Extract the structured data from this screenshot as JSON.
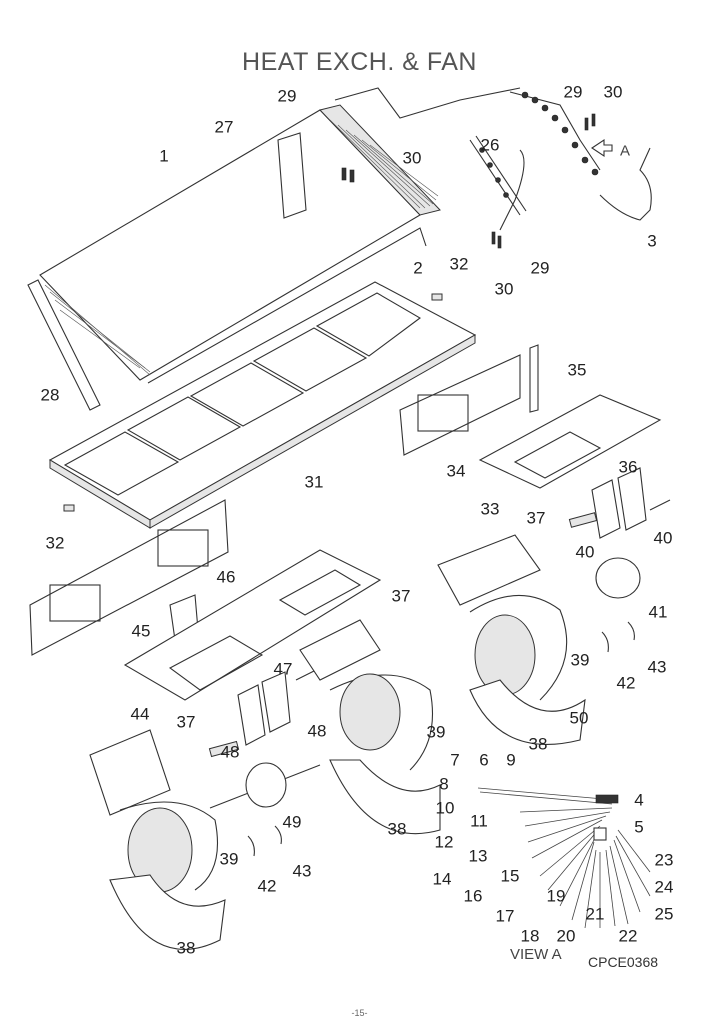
{
  "title": "HEAT EXCH. & FAN",
  "drawing_code": "CPCE0368",
  "view_label": "VIEW A",
  "view_arrow_label": "A",
  "page_number": "-15-",
  "callouts": [
    {
      "id": "c1",
      "text": "1"
    },
    {
      "id": "c2",
      "text": "2"
    },
    {
      "id": "c3",
      "text": "3"
    },
    {
      "id": "c4",
      "text": "4"
    },
    {
      "id": "c5",
      "text": "5"
    },
    {
      "id": "c6",
      "text": "6"
    },
    {
      "id": "c7",
      "text": "7"
    },
    {
      "id": "c8",
      "text": "8"
    },
    {
      "id": "c9",
      "text": "9"
    },
    {
      "id": "c10",
      "text": "10"
    },
    {
      "id": "c11",
      "text": "11"
    },
    {
      "id": "c12",
      "text": "12"
    },
    {
      "id": "c13",
      "text": "13"
    },
    {
      "id": "c14",
      "text": "14"
    },
    {
      "id": "c15",
      "text": "15"
    },
    {
      "id": "c16",
      "text": "16"
    },
    {
      "id": "c17",
      "text": "17"
    },
    {
      "id": "c18",
      "text": "18"
    },
    {
      "id": "c19",
      "text": "19"
    },
    {
      "id": "c20",
      "text": "20"
    },
    {
      "id": "c21",
      "text": "21"
    },
    {
      "id": "c22",
      "text": "22"
    },
    {
      "id": "c23",
      "text": "23"
    },
    {
      "id": "c24",
      "text": "24"
    },
    {
      "id": "c25",
      "text": "25"
    },
    {
      "id": "c26",
      "text": "26"
    },
    {
      "id": "c27",
      "text": "27"
    },
    {
      "id": "c28",
      "text": "28"
    },
    {
      "id": "c29a",
      "text": "29"
    },
    {
      "id": "c29b",
      "text": "29"
    },
    {
      "id": "c29c",
      "text": "29"
    },
    {
      "id": "c30a",
      "text": "30"
    },
    {
      "id": "c30b",
      "text": "30"
    },
    {
      "id": "c30c",
      "text": "30"
    },
    {
      "id": "c31",
      "text": "31"
    },
    {
      "id": "c32a",
      "text": "32"
    },
    {
      "id": "c32b",
      "text": "32"
    },
    {
      "id": "c33",
      "text": "33"
    },
    {
      "id": "c34",
      "text": "34"
    },
    {
      "id": "c35",
      "text": "35"
    },
    {
      "id": "c36",
      "text": "36"
    },
    {
      "id": "c37a",
      "text": "37"
    },
    {
      "id": "c37b",
      "text": "37"
    },
    {
      "id": "c37c",
      "text": "37"
    },
    {
      "id": "c38a",
      "text": "38"
    },
    {
      "id": "c38b",
      "text": "38"
    },
    {
      "id": "c38c",
      "text": "38"
    },
    {
      "id": "c39a",
      "text": "39"
    },
    {
      "id": "c39b",
      "text": "39"
    },
    {
      "id": "c39c",
      "text": "39"
    },
    {
      "id": "c40a",
      "text": "40"
    },
    {
      "id": "c40b",
      "text": "40"
    },
    {
      "id": "c41",
      "text": "41"
    },
    {
      "id": "c42a",
      "text": "42"
    },
    {
      "id": "c42b",
      "text": "42"
    },
    {
      "id": "c43a",
      "text": "43"
    },
    {
      "id": "c43b",
      "text": "43"
    },
    {
      "id": "c44",
      "text": "44"
    },
    {
      "id": "c45",
      "text": "45"
    },
    {
      "id": "c46",
      "text": "46"
    },
    {
      "id": "c47",
      "text": "47"
    },
    {
      "id": "c48a",
      "text": "48"
    },
    {
      "id": "c48b",
      "text": "48"
    },
    {
      "id": "c49",
      "text": "49"
    },
    {
      "id": "c50",
      "text": "50"
    }
  ]
}
